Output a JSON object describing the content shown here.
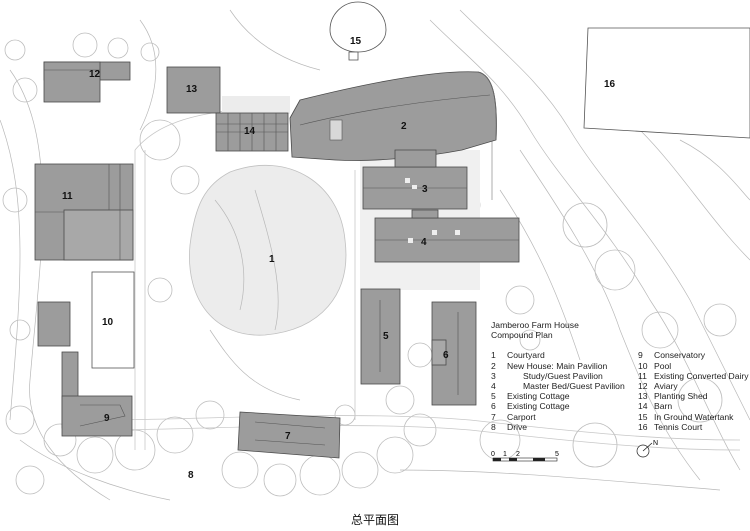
{
  "plan": {
    "labels": [
      "1",
      "2",
      "3",
      "4",
      "5",
      "6",
      "7",
      "8",
      "9",
      "10",
      "11",
      "12",
      "13",
      "14",
      "15",
      "16"
    ],
    "legend_title_line1": "Jamberoo Farm House",
    "legend_title_line2": "Compound Plan",
    "legend": [
      {
        "n": "1",
        "text": "Courtyard"
      },
      {
        "n": "2",
        "text": "New House: Main Pavilion"
      },
      {
        "n": "3",
        "text": "Study/Guest Pavilion",
        "indent": true
      },
      {
        "n": "4",
        "text": "Master Bed/Guest Pavilion",
        "indent": true
      },
      {
        "n": "5",
        "text": "Existing Cottage"
      },
      {
        "n": "6",
        "text": "Existing Cottage"
      },
      {
        "n": "7",
        "text": "Carport"
      },
      {
        "n": "8",
        "text": "Drive"
      },
      {
        "n": "9",
        "text": "Conservatory"
      },
      {
        "n": "10",
        "text": "Pool"
      },
      {
        "n": "11",
        "text": "Existing Converted Dairy"
      },
      {
        "n": "12",
        "text": "Aviary"
      },
      {
        "n": "13",
        "text": "Planting Shed"
      },
      {
        "n": "14",
        "text": "Barn"
      },
      {
        "n": "15",
        "text": "In Ground Watertank"
      },
      {
        "n": "16",
        "text": "Tennis Court"
      }
    ],
    "scale_labels": [
      "0",
      "1",
      "2",
      "5"
    ],
    "north_label": "N",
    "caption": "总平面图",
    "colors": {
      "building": "#9c9c9c",
      "outline": "#4a4a4a",
      "contour": "#b8b8b8"
    }
  }
}
